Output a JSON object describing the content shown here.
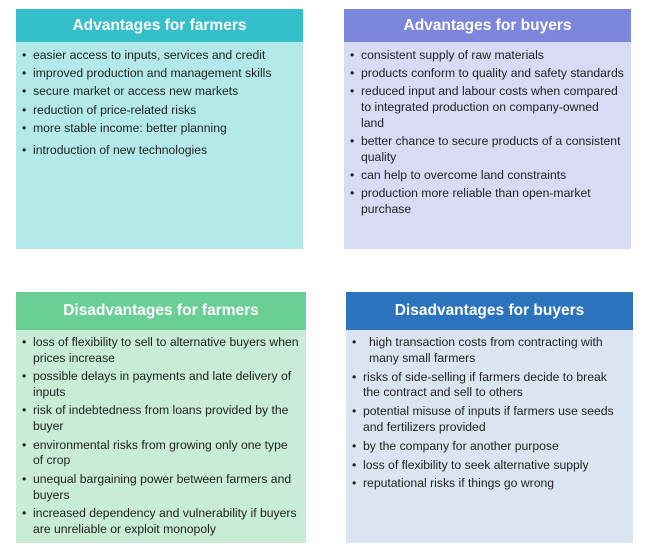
{
  "boxes": [
    {
      "title": "Advantages for farmers",
      "header_color": "#34bfcb",
      "body_color": "#b4e9ea",
      "items": [
        "easier access to inputs, services and credit",
        "improved production and management skills",
        "secure market or access new markets",
        "reduction of price-related risks",
        "more stable income: better planning",
        "introduction of new technologies"
      ]
    },
    {
      "title": "Advantages for buyers",
      "header_color": "#7c86dd",
      "body_color": "#d9dbf5",
      "items": [
        "consistent supply of raw materials",
        "products conform to quality and safety standards",
        "reduced input and labour costs when compared to integrated production on company-owned land",
        "better chance to secure products of a consistent quality",
        "can help to overcome land constraints",
        "production more reliable than open-market purchase"
      ]
    },
    {
      "title": "Disadvantages for farmers",
      "header_color": "#6acf95",
      "body_color": "#c8ecd5",
      "items": [
        "loss of flexibility to sell to alternative buyers when prices increase",
        "possible delays in payments and late delivery of inputs",
        "risk of indebtedness from loans provided by the buyer",
        "environmental risks from growing only one type of crop",
        "unequal bargaining power between farmers and buyers",
        "increased dependency and vulnerability if buyers are unreliable or exploit monopoly"
      ]
    },
    {
      "title": "Disadvantages for buyers",
      "header_color": "#2b74bd",
      "body_color": "#dbe5f1",
      "items": [
        "high transaction costs from contracting with many small farmers",
        "risks of side-selling if farmers decide to break the contract and sell to others",
        "potential misuse of inputs if farmers use seeds and fertilizers provided",
        "by the company for another purpose",
        "loss of flexibility to seek alternative supply",
        "reputational risks if things go wrong"
      ]
    }
  ]
}
